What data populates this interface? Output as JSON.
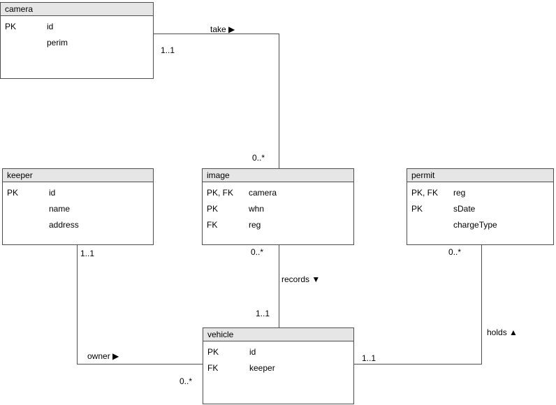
{
  "diagram": {
    "type": "entity-relationship-diagram",
    "title": "",
    "background_color": "#ffffff",
    "line_color": "#4d4d4d",
    "header_fill": "#e6e6e6",
    "entity_fill": "#ffffff"
  },
  "entities": [
    {
      "id": "camera",
      "name": "camera",
      "attributes": [
        {
          "key": "PK",
          "name": "id"
        },
        {
          "key": "",
          "name": "perim"
        }
      ]
    },
    {
      "id": "keeper",
      "name": "keeper",
      "attributes": [
        {
          "key": "PK",
          "name": "id"
        },
        {
          "key": "",
          "name": "name"
        },
        {
          "key": "",
          "name": "address"
        }
      ]
    },
    {
      "id": "image",
      "name": "image",
      "attributes": [
        {
          "key": "PK, FK",
          "name": "camera"
        },
        {
          "key": "PK",
          "name": "whn"
        },
        {
          "key": "FK",
          "name": "reg"
        }
      ]
    },
    {
      "id": "permit",
      "name": "permit",
      "attributes": [
        {
          "key": "PK, FK",
          "name": "reg"
        },
        {
          "key": "PK",
          "name": "sDate"
        },
        {
          "key": "",
          "name": "chargeType"
        }
      ]
    },
    {
      "id": "vehicle",
      "name": "vehicle",
      "attributes": [
        {
          "key": "PK",
          "name": "id"
        },
        {
          "key": "FK",
          "name": "keeper"
        }
      ]
    }
  ],
  "relationships": [
    {
      "id": "take",
      "label": "take ▶",
      "from": "camera",
      "to": "image",
      "from_cardinality": "1..1",
      "to_cardinality": "0..*"
    },
    {
      "id": "records",
      "label": "records ▼",
      "from": "image",
      "to": "vehicle",
      "from_cardinality": "0..*",
      "to_cardinality": "1..1"
    },
    {
      "id": "owner",
      "label": "owner ▶",
      "from": "keeper",
      "to": "vehicle",
      "from_cardinality": "1..1",
      "to_cardinality": "0..*"
    },
    {
      "id": "holds",
      "label": "holds ▲",
      "from": "permit",
      "to": "vehicle",
      "from_cardinality": "0..*",
      "to_cardinality": "1..1"
    }
  ]
}
